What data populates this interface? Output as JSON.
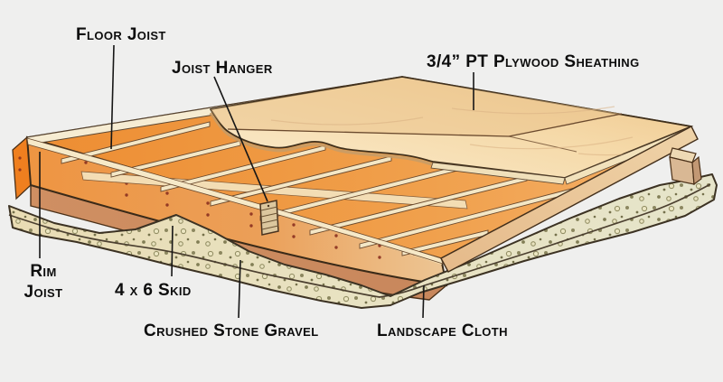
{
  "diagram": {
    "subject": "shed-floor-framing-cutaway",
    "labels": {
      "floor_joist": "Floor Joist",
      "joist_hanger": "Joist Hanger",
      "plywood": "3/4” PT Plywood Sheathing",
      "rim_joist_line1": "Rim",
      "rim_joist_line2": "Joist",
      "skid": "4 x 6 Skid",
      "gravel": "Crushed Stone Gravel",
      "cloth": "Landscape Cloth"
    },
    "palette": {
      "background": "#efefee",
      "label_text": "#0d0d0d",
      "leader_line": "#161616",
      "joist_orange": "#f0a04c",
      "joist_top_cream": "#f4e7c6",
      "rim_face_orange": "#ee9542",
      "rim_end_orange": "#ef7f1f",
      "nail_dot": "#8b3020",
      "plywood_tan": "#f5d9a8",
      "plywood_back_sheet": "#e9c28a",
      "skid_brown": "#cf8f62",
      "gravel_base": "#e8e2c2",
      "gravel_speckle": "#7d7950",
      "ink_outline": "#3a2a18"
    }
  }
}
